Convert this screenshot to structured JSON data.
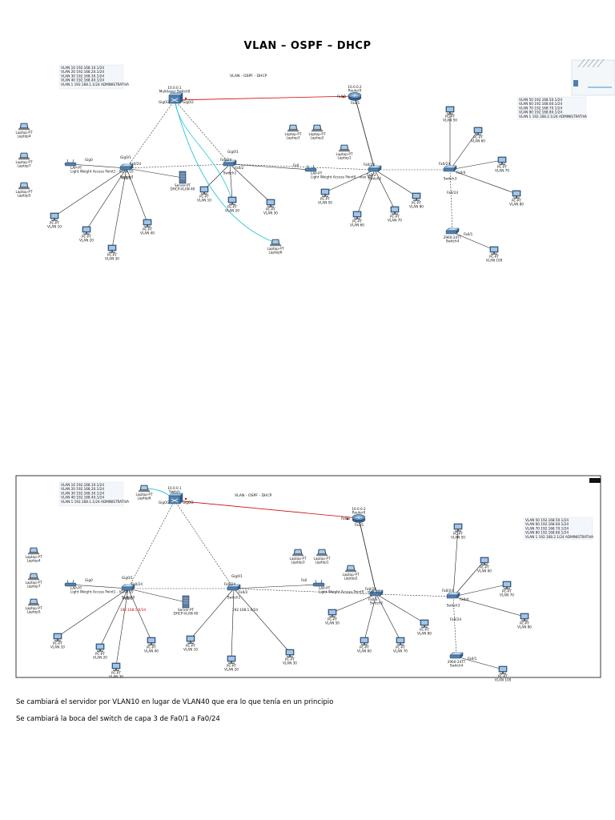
{
  "title": "VLAN – OSPF – DHCP",
  "notes": [
    "Se cambiará el servidor por VLAN10 en lugar de VLAN40 que era lo que tenía en un principio",
    "Se cambiará la boca del switch de capa 3 de Fa0/1 a Fa0/24"
  ],
  "diagram1": {
    "inner_title": "VLAN - OSPF - DHCP",
    "left_info": [
      "VLAN 10 192.168.10.1/24",
      "VLAN 20 192.168.20.1/24",
      "VLAN 30 192.168.30.1/24",
      "VLAN 40 192.168.40.1/24",
      "VLAN 1 192.168.1.1/24 ADMINISTRATIVA"
    ],
    "right_info": [
      "VLAN 50 192.168.50.1/24",
      "VLAN 60 192.168.60.1/24",
      "VLAN 70 192.168.70.1/24",
      "VLAN 80 192.168.80.1/24",
      "VLAN 1 192.168.2.1/24 ADMINISTRATIVA"
    ],
    "nodes": [
      {
        "label": "Multilayer Switch0",
        "sub": "10.0.0.1"
      },
      {
        "label": "Router0",
        "sub": "10.0.0.2"
      },
      {
        "label": "Switch0",
        "sub": ""
      },
      {
        "label": "Switch1",
        "sub": ""
      },
      {
        "label": "Switch2",
        "sub": ""
      },
      {
        "label": "Switch3",
        "sub": ""
      },
      {
        "label": "Switch4",
        "sub": "2960-24TT"
      },
      {
        "label": "Light Weight Access Point1 - VLAN 10",
        "sub": "LAP-PT"
      },
      {
        "label": "Light Weight Access Point0 - vlan 40",
        "sub": "LAP-PT"
      },
      {
        "label": "DHCP-VLAN 40",
        "sub": "Server-PT"
      },
      {
        "label": "Laptop4",
        "sub": "Laptop-PT"
      },
      {
        "label": "Laptop7",
        "sub": "Laptop-PT"
      },
      {
        "label": "Laptop5",
        "sub": "Laptop-PT"
      },
      {
        "label": "Laptop3",
        "sub": "Laptop-PT"
      },
      {
        "label": "Laptop2",
        "sub": "Laptop-PT"
      },
      {
        "label": "Laptop1",
        "sub": "Laptop-PT"
      },
      {
        "label": "Laptop6",
        "sub": "Laptop-PT"
      },
      {
        "label": "VLAN 10",
        "sub": "PC-PT"
      },
      {
        "label": "VLAN 20",
        "sub": "PC-PT"
      },
      {
        "label": "VLAN 30",
        "sub": "PC-PT"
      },
      {
        "label": "VLAN 40",
        "sub": "PC-PT"
      },
      {
        "label": "VLAN 10",
        "sub": "PC-PT"
      },
      {
        "label": "VLAN 20",
        "sub": "PC-PT"
      },
      {
        "label": "VLAN 30",
        "sub": "PC-PT"
      },
      {
        "label": "VLAN 50",
        "sub": "PC-PT"
      },
      {
        "label": "VLAN 60",
        "sub": "PC-PT"
      },
      {
        "label": "VLAN 70",
        "sub": "PC-PT"
      },
      {
        "label": "VLAN 80",
        "sub": "PC-PT"
      },
      {
        "label": "VLAN 50",
        "sub": "PC-PT"
      },
      {
        "label": "VLAN 60",
        "sub": "PC-PT"
      },
      {
        "label": "VLAN 70",
        "sub": "PC-PT"
      },
      {
        "label": "VLAN 80",
        "sub": "PC-PT"
      },
      {
        "label": "VLAN 100",
        "sub": "PC-PT"
      }
    ]
  },
  "diagram2": {
    "inner_title": "VLAN - OSPF - DHCP",
    "left_info": [
      "VLAN 10 192.168.10.1/24",
      "VLAN 20 192.168.20.1/24",
      "VLAN 30 192.168.30.1/24",
      "VLAN 40 192.168.40.1/24",
      "VLAN 1 192.168.1.1/24 ADMINISTRATIVA"
    ],
    "right_info": [
      "VLAN 50 192.168.50.1/24",
      "VLAN 60 192.168.60.1/24",
      "VLAN 70 192.168.70.1/24",
      "VLAN 80 192.168.80.1/24",
      "VLAN 1 192.168.2.1/24 ADMINISTRATIVA"
    ],
    "net_labels": [
      "192.168.1.0/24",
      "192.168.1.0/24"
    ],
    "nodes": [
      {
        "label": "Switch",
        "sub": "10.0.0.1"
      },
      {
        "label": "Router0",
        "sub": "10.0.0.2"
      },
      {
        "label": "Switch0",
        "sub": ""
      },
      {
        "label": "Switch1",
        "sub": ""
      },
      {
        "label": "Switch2",
        "sub": ""
      },
      {
        "label": "Switch3",
        "sub": ""
      },
      {
        "label": "Switch4",
        "sub": "2960-24TT"
      },
      {
        "label": "Light Weight Access Point1 - VLAN 10",
        "sub": "LAP-PT"
      },
      {
        "label": "Light Weight Access Point0 - vlan 40",
        "sub": "LAP-PT"
      },
      {
        "label": "DHCP-VLAN 40",
        "sub": "Server-PT"
      },
      {
        "label": "Laptop6",
        "sub": "Laptop-PT"
      },
      {
        "label": "Laptop4",
        "sub": "Laptop-PT"
      },
      {
        "label": "Laptop7",
        "sub": "Laptop-PT"
      },
      {
        "label": "Laptop5",
        "sub": "Laptop-PT"
      },
      {
        "label": "Laptop3",
        "sub": "Laptop-PT"
      },
      {
        "label": "Laptop1",
        "sub": "Laptop-PT"
      },
      {
        "label": "Laptop2",
        "sub": "Laptop-PT"
      },
      {
        "label": "VLAN 10",
        "sub": "PC-PT"
      },
      {
        "label": "VLAN 20",
        "sub": "PC-PT"
      },
      {
        "label": "VLAN 30",
        "sub": "PC-PT"
      },
      {
        "label": "VLAN 40",
        "sub": "PC-PT"
      },
      {
        "label": "VLAN 10",
        "sub": "PC-PT"
      },
      {
        "label": "VLAN 20",
        "sub": "PC-PT"
      },
      {
        "label": "VLAN 30",
        "sub": "PC-PT"
      },
      {
        "label": "VLAN 50",
        "sub": "PC-PT"
      },
      {
        "label": "VLAN 60",
        "sub": "PC-PT"
      },
      {
        "label": "VLAN 70",
        "sub": "PC-PT"
      },
      {
        "label": "VLAN 80",
        "sub": "PC-PT"
      },
      {
        "label": "VLAN 50",
        "sub": "PC-PT"
      },
      {
        "label": "VLAN 60",
        "sub": "PC-PT"
      },
      {
        "label": "VLAN 70",
        "sub": "PC-PT"
      },
      {
        "label": "VLAN 80",
        "sub": "PC-PT"
      },
      {
        "label": "VLAN 100",
        "sub": "PC-PT"
      }
    ]
  },
  "ports": [
    "Fa0/1",
    "Fa0/2",
    "Fa0/3",
    "Fa0/4",
    "Fa0/24",
    "Gig0/1",
    "Gig0/2",
    "Gig1/0/1",
    "Fa0",
    "Gig0"
  ]
}
